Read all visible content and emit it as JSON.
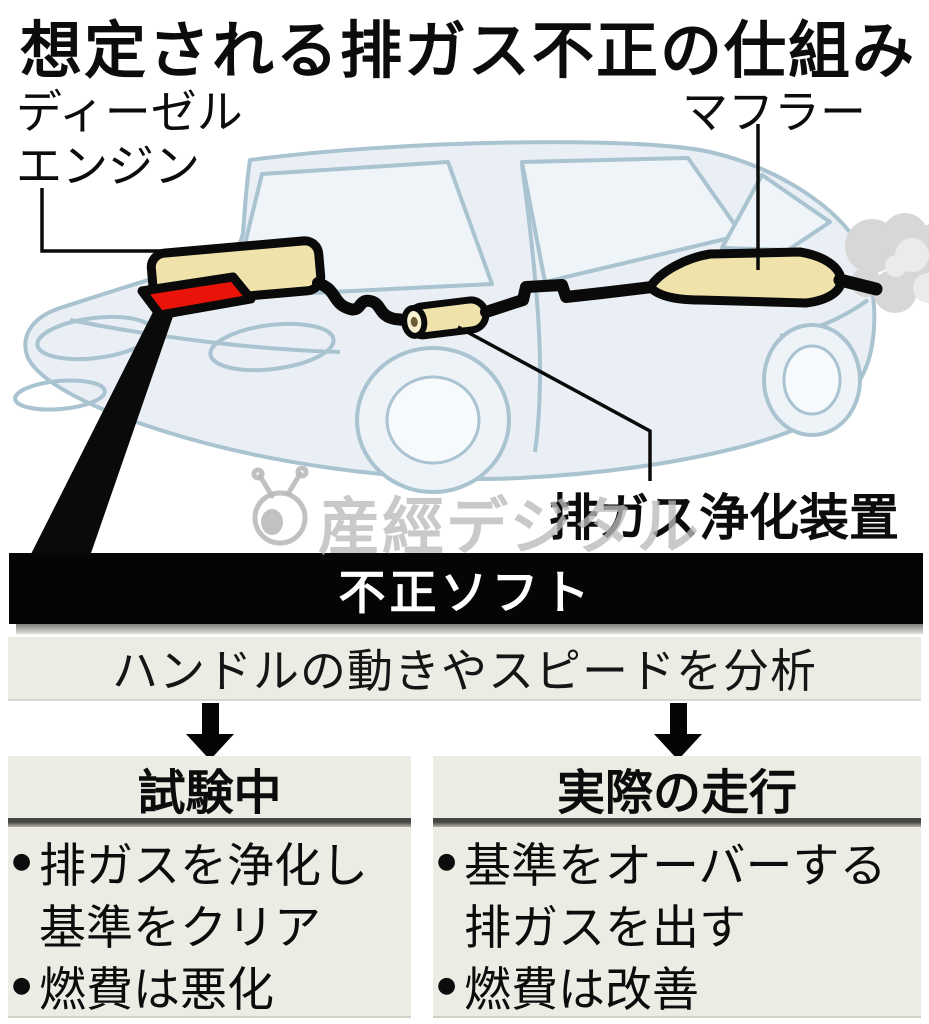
{
  "title": "想定される排ガス不正の仕組み",
  "diagram": {
    "labels": {
      "engine_top": "ディーゼル",
      "engine_bottom": "エンジン",
      "muffler": "マフラー",
      "purifier": "排ガス浄化装置"
    },
    "watermark": "産經デジタル",
    "colors": {
      "car_outline": "#a9c3d0",
      "car_body": "#e9eff4",
      "component_fill": "#efe2ab",
      "ecu_red": "#e91309",
      "pipe_black": "#0a0a0a",
      "smoke_gray": "#d7d7d7",
      "panel_beige": "#edece4",
      "banner_black": "#050505",
      "watermark_gray": "#bababa"
    }
  },
  "flow": {
    "banner": "不正ソフト",
    "analysis": "ハンドルの動きやスピードを分析",
    "branches": [
      {
        "header": "試験中",
        "items": [
          {
            "bullet": "●",
            "text": "排ガスを浄化し"
          },
          {
            "bullet": "",
            "text": "基準をクリア"
          },
          {
            "bullet": "●",
            "text": "燃費は悪化"
          }
        ]
      },
      {
        "header": "実際の走行",
        "items": [
          {
            "bullet": "●",
            "text": "基準をオーバーする"
          },
          {
            "bullet": "",
            "text": "排ガスを出す"
          },
          {
            "bullet": "●",
            "text": "燃費は改善"
          }
        ]
      }
    ]
  }
}
